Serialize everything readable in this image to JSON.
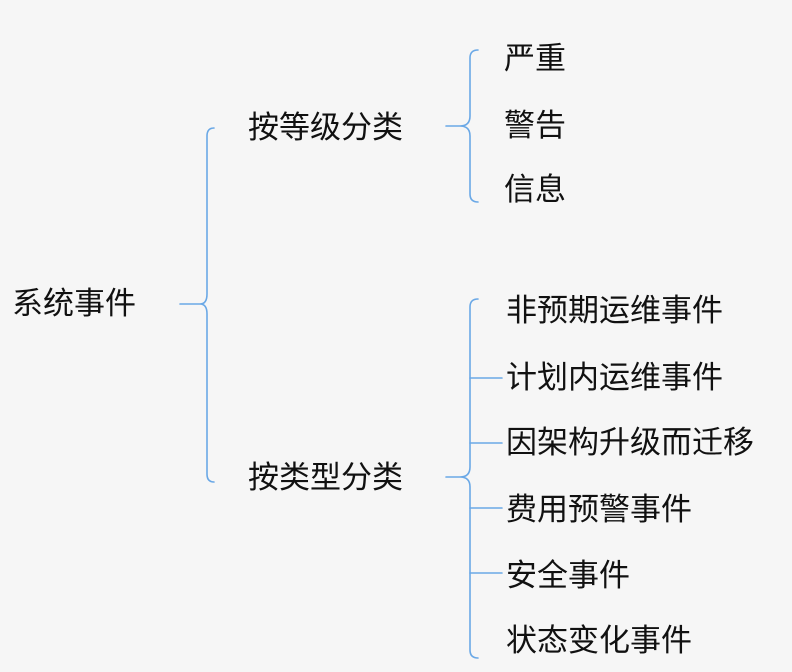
{
  "style": {
    "connector_color": "#6aa8e6",
    "text_color": "#111111",
    "background": "#f6f6f6"
  },
  "tree": {
    "root": "系统事件",
    "groups": [
      {
        "label": "按等级分类",
        "children": [
          "严重",
          "警告",
          "信息"
        ]
      },
      {
        "label": "按类型分类",
        "children": [
          "非预期运维事件",
          "计划内运维事件",
          "因架构升级而迁移",
          "费用预警事件",
          "安全事件",
          "状态变化事件"
        ]
      }
    ]
  }
}
